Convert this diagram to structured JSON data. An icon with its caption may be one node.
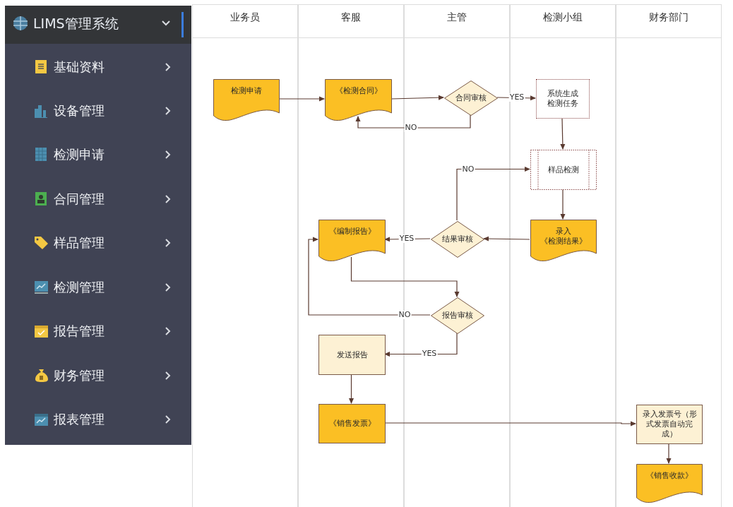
{
  "diagram": {
    "nodes": [
      {
        "text": [
          "业务员"
        ]
      },
      {
        "text": [
          "客服"
        ]
      },
      {
        "text": [
          "主管"
        ]
      },
      {
        "text": [
          "检测小组"
        ]
      },
      {
        "text": [
          "财务部门"
        ]
      },
      {
        "text": [
          "检测申请"
        ],
        "in": 0
      },
      {
        "text": [
          "《检测合同》"
        ],
        "in": 1
      },
      {
        "text": [
          "合同审核"
        ],
        "in": 2
      },
      {
        "text": [
          "系统生成检测任务"
        ],
        "in": 3
      },
      {
        "text": [
          "样品检测"
        ],
        "in": 3
      },
      {
        "text": [
          "录入",
          "《检测结果》"
        ],
        "in": 3
      },
      {
        "text": [
          "结果审核"
        ],
        "in": 2
      },
      {
        "text": [
          "《编制报告》"
        ],
        "in": 1
      },
      {
        "text": [
          "报告审核"
        ],
        "in": 2
      },
      {
        "text": [
          "发送报告"
        ],
        "in": 1
      },
      {
        "text": [
          "《销售发票》"
        ],
        "in": 1
      },
      {
        "text": [
          "录入发票号（形式发票自动完成）"
        ],
        "in": 4
      },
      {
        "text": [
          "《销售收款》"
        ],
        "in": 4
      }
    ],
    "edges": [
      {
        "from": 5,
        "to": 6,
        "arrow": "to"
      },
      {
        "from": 6,
        "to": 7,
        "arrow": "to"
      },
      {
        "from": 7,
        "to": 8,
        "arrow": "to",
        "label": "YES"
      },
      {
        "from": 7,
        "to": 6,
        "arrow": "to",
        "label": "NO"
      },
      {
        "from": 8,
        "to": 9,
        "arrow": "to"
      },
      {
        "from": 9,
        "to": 10,
        "arrow": "to"
      },
      {
        "from": 10,
        "to": 11,
        "arrow": "to"
      },
      {
        "from": 11,
        "to": 9,
        "arrow": "to",
        "label": "NO"
      },
      {
        "from": 11,
        "to": 12,
        "arrow": "to",
        "label": "YES"
      },
      {
        "from": 12,
        "to": 13,
        "arrow": "to"
      },
      {
        "from": 13,
        "to": 12,
        "arrow": "to",
        "label": "NO"
      },
      {
        "from": 13,
        "to": 14,
        "arrow": "to",
        "label": "YES"
      },
      {
        "from": 14,
        "to": 15,
        "arrow": "to"
      },
      {
        "from": 15,
        "to": 16,
        "arrow": "to"
      },
      {
        "from": 16,
        "to": 17,
        "arrow": "to"
      }
    ],
    "labels": [
      "LIMS管理系统",
      "基础资料",
      "设备管理",
      "检测申请",
      "合同管理",
      "样品管理",
      "检测管理",
      "报告管理",
      "财务管理",
      "报表管理"
    ]
  }
}
